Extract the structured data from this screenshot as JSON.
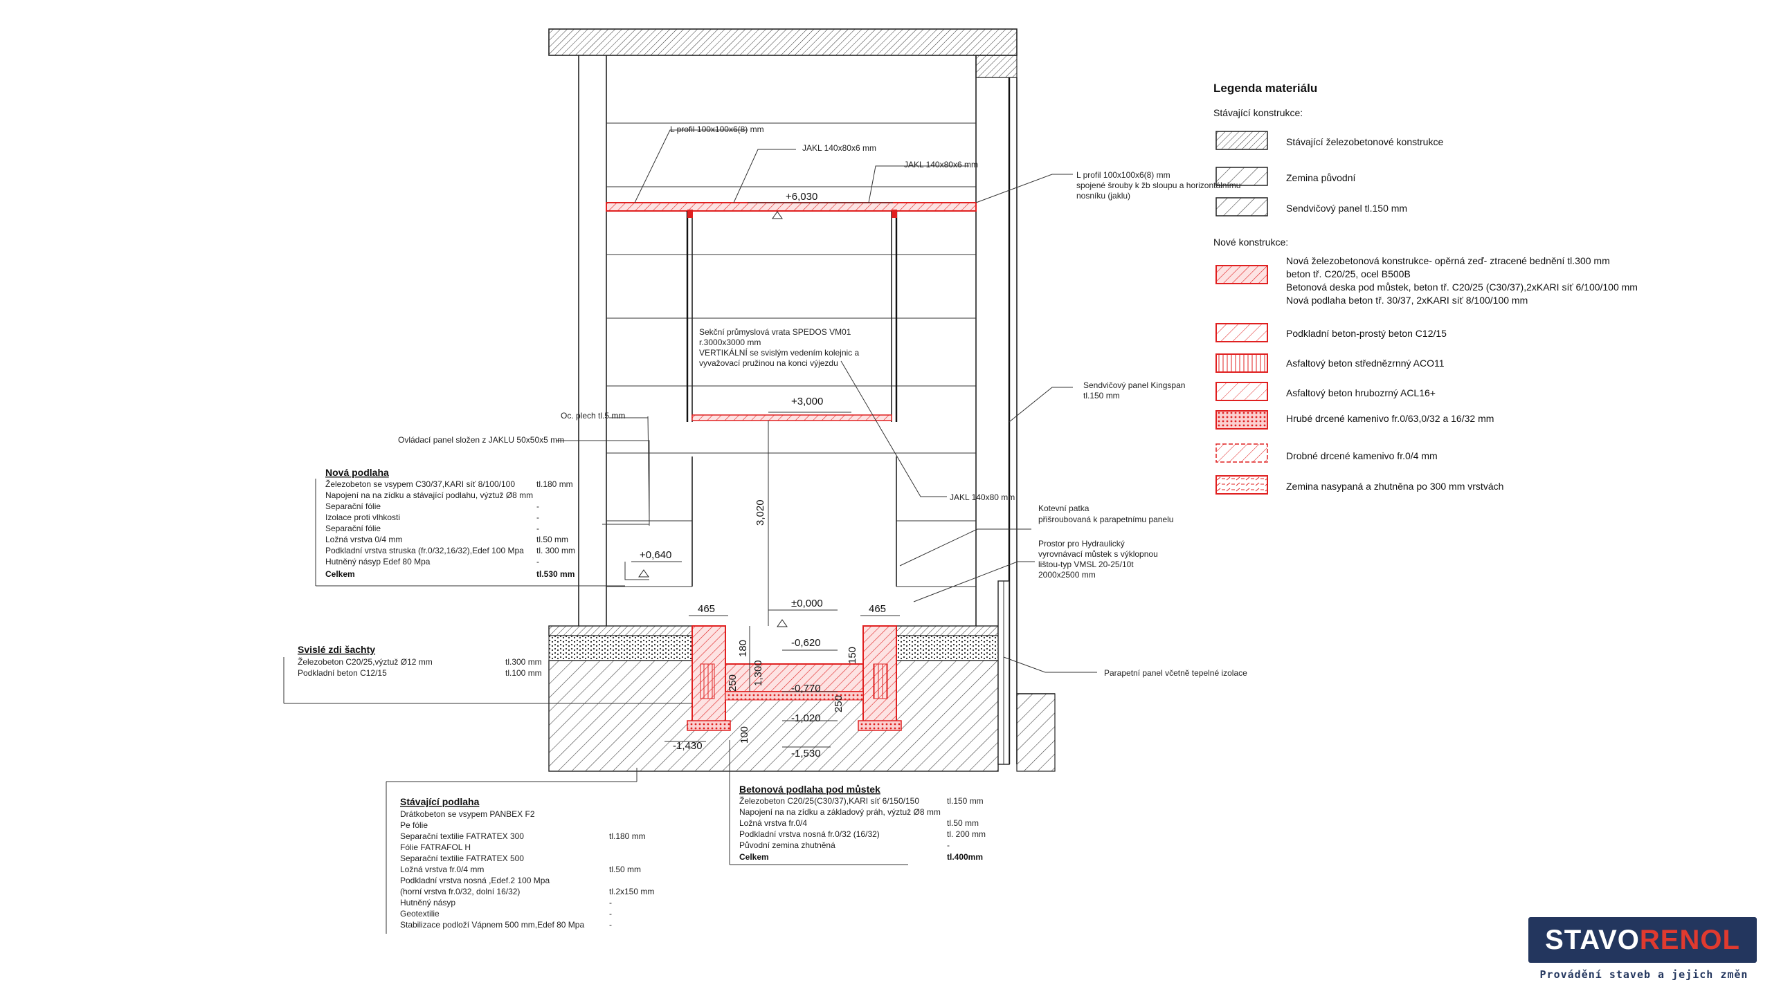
{
  "legend": {
    "title": "Legenda materiálu",
    "existing_heading": "Stávající konstrukce:",
    "new_heading": "Nové konstrukce:",
    "existing_items": [
      "Stávající železobetonové konstrukce",
      "Zemina původní",
      "Sendvičový panel tl.150 mm"
    ],
    "new_items": [
      [
        "Nová železobetonová konstrukce- opěrná zeď- ztracené bednění tl.300 mm",
        "beton tř. C20/25, ocel B500B",
        "Betonová deska pod můstek, beton tř. C20/25 (C30/37),2xKARI síť 6/100/100 mm",
        "Nová podlaha beton tř. 30/37, 2xKARI síť  8/100/100 mm"
      ],
      [
        "Podkladní beton-prostý beton C12/15"
      ],
      [
        "Asfaltový beton střednězrnný ACO11"
      ],
      [
        "Asfaltový beton hrubozrný ACL16+"
      ],
      [
        "Hrubé drcené kamenivo fr.0/63,0/32 a 16/32 mm"
      ],
      [
        "Drobné drcené kamenivo fr.0/4 mm"
      ],
      [
        "Zemina nasypaná a zhutněna po 300 mm vrstvách"
      ]
    ]
  },
  "annotations": {
    "l_profil_top": "L profil 100x100x6(8) mm",
    "jakl_left": "JAKL 140x80x6 mm",
    "jakl_right": "JAKL 140x80x6 mm",
    "l_profil_right": [
      "L profil 100x100x6(8) mm",
      "spojené šrouby k žb sloupu a  horizontálnímu",
      "nosníku (jaklu)"
    ],
    "gate": [
      "Sekční průmyslová vrata SPEDOS VM01",
      "r.3000x3000 mm",
      "VERTIKÁLNÍ se svislým vedením kolejnic a",
      "vyvažovací pružinou na konci výjezdu"
    ],
    "sandwich": [
      "Sendvičový panel Kingspan",
      "tl.150 mm"
    ],
    "oc_plech": "Oc. plech tl.5 mm",
    "ovladaci": "Ovládací panel složen z JAKLU 50x50x5 mm",
    "jakl_bottom": "JAKL 140x80 mm",
    "kotevni": [
      "Kotevní patka",
      "přišroubovaná k parapetnímu panelu"
    ],
    "prostor": [
      "Prostor pro Hydraulický",
      "vyrovnávací můstek s výklopnou",
      "lištou-typ VMSL 20-25/10t",
      "2000x2500 mm"
    ],
    "parapetni": "Parapetní panel včetně tepelné izolace"
  },
  "levels": {
    "top_beam": "+6,030",
    "gate_bottom": "+3,000",
    "floor": "±0,000",
    "dock": "+0,640",
    "pit_top": "-0,620",
    "pit_slab": "-0,770",
    "pit_bottom": "-1,020",
    "footing_left": "-1,430",
    "footing_right": "-1,530"
  },
  "dims": {
    "opening_height": "3,020",
    "wall_left": "465",
    "wall_right": "465",
    "d180": "180",
    "d150": "150",
    "d250a": "250",
    "d250b": "250",
    "d100": "100",
    "d1300": "1,300"
  },
  "nova_podlaha": {
    "title": "Nová podlaha",
    "rows": [
      [
        "Železobeton se vsypem C30/37,KARI síť 8/100/100",
        "tl.180 mm"
      ],
      [
        "Napojení na na zídku a stávající podlahu, výztuž Ø8 mm",
        ""
      ],
      [
        "Separační fólie",
        "-"
      ],
      [
        "Izolace proti vlhkosti",
        "-"
      ],
      [
        "Separační fólie",
        "-"
      ],
      [
        "Ložná vrstva 0/4 mm",
        "tl.50 mm"
      ],
      [
        "Podkladní  vrstva struska (fr.0/32,16/32),Edef 100 Mpa",
        "tl. 300 mm"
      ],
      [
        "Hutněný násyp Edef 80 Mpa",
        "-"
      ]
    ],
    "total_label": "Celkem",
    "total_value": "tl.530 mm"
  },
  "svisle_zdi": {
    "title": "Svislé zdi šachty",
    "rows": [
      [
        "Železobeton C20/25,výztuž Ø12 mm",
        "tl.300 mm"
      ],
      [
        "Podkladní beton C12/15",
        "tl.100 mm"
      ]
    ]
  },
  "stavajici_podlaha": {
    "title": "Stávající podlaha",
    "rows": [
      [
        "Drátkobeton se vsypem PANBEX F2",
        ""
      ],
      [
        "Pe fólie",
        ""
      ],
      [
        "Separační textilie FATRATEX 300",
        "tl.180 mm"
      ],
      [
        "Fólie FATRAFOL H",
        ""
      ],
      [
        "Separační textilie FATRATEX 500",
        ""
      ],
      [
        "Ložná vrstva fr.0/4 mm",
        "tl.50 mm"
      ],
      [
        "Podkladní vrstva nosná ,Edef.2  100 Mpa",
        ""
      ],
      [
        "(horní vrstva fr.0/32, dolní 16/32)",
        "tl.2x150 mm"
      ],
      [
        "Hutněný násyp",
        "-"
      ],
      [
        "Geotextilie",
        "-"
      ],
      [
        "Stabilizace podloží Vápnem 500 mm,Edef 80 Mpa",
        "-"
      ]
    ]
  },
  "betonova_podlaha": {
    "title": "Betonová podlaha pod můstek",
    "rows": [
      [
        "Železobeton C20/25(C30/37),KARI síť 6/150/150",
        "tl.150 mm"
      ],
      [
        "Napojení na na zídku a základový práh, výztuž Ø8 mm",
        ""
      ],
      [
        "Ložná vrstva fr.0/4",
        "tl.50 mm"
      ],
      [
        "Podkladní vrstva nosná fr.0/32 (16/32)",
        "tl. 200 mm"
      ],
      [
        "Původní zemina zhutněná",
        "-"
      ]
    ],
    "total_label": "Celkem",
    "total_value": "tl.400mm"
  },
  "logo": {
    "part1": "STAVO",
    "part2": "RENOL",
    "tagline": "Provádění staveb a jejich změn"
  }
}
